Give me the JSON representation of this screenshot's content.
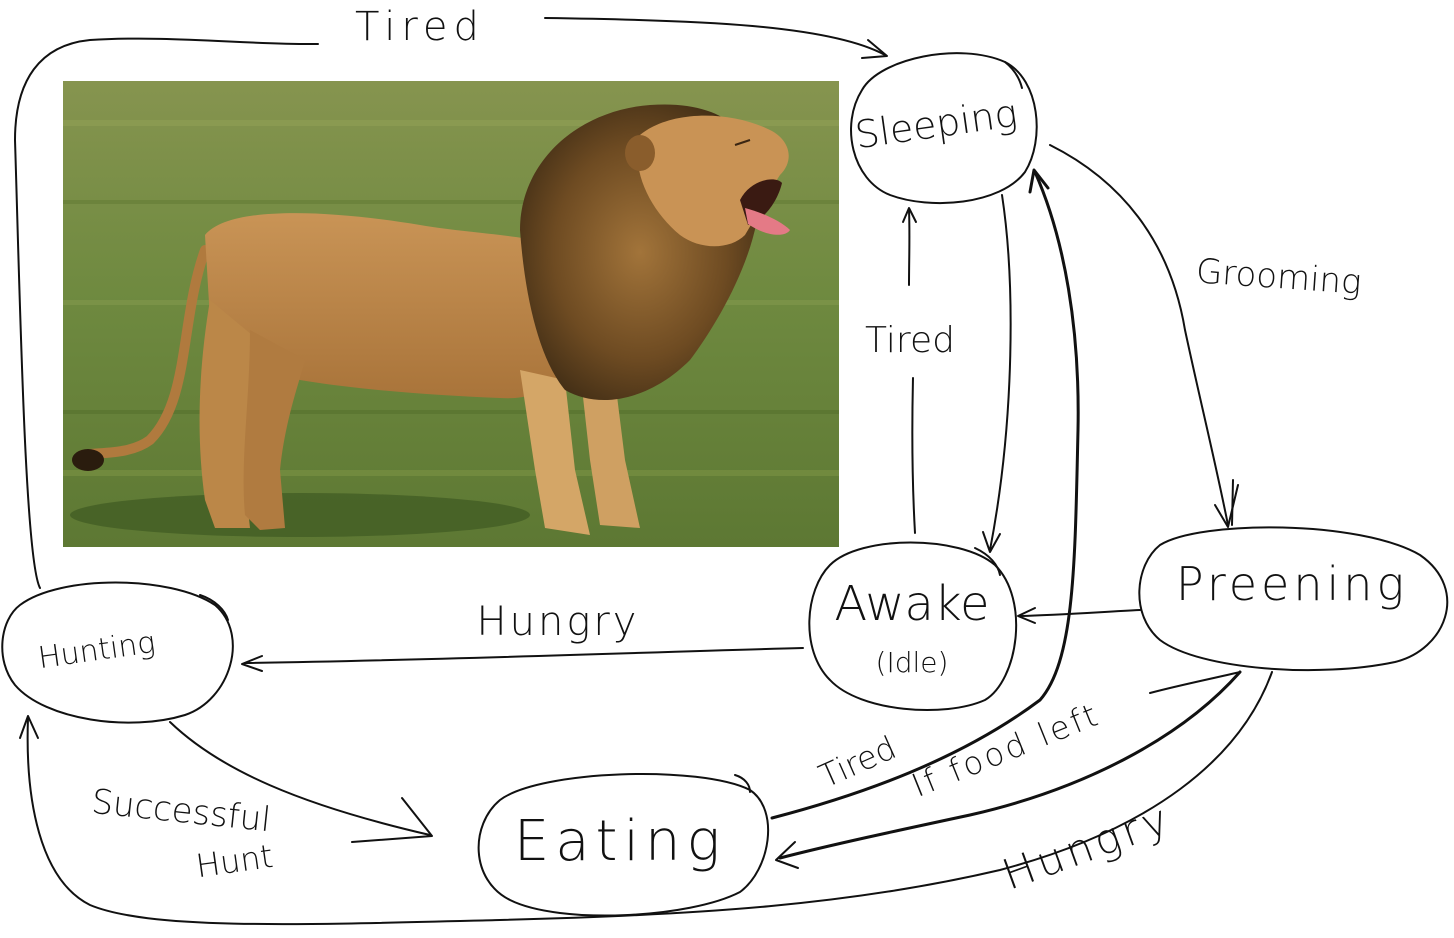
{
  "photo": {
    "subject": "lion-yawning-photo",
    "colors": {
      "grass_light": "#7d8f4a",
      "grass_dark": "#4f6a2e",
      "mane": "#6b4a22",
      "body": "#c08a4a",
      "tongue": "#e47a86"
    }
  },
  "states": {
    "sleeping": "Sleeping",
    "awake": "Awake",
    "awake_sub": "(Idle)",
    "preening": "Preening",
    "hunting": "Hunting",
    "eating": "Eating"
  },
  "transitions": {
    "tired_top": "Tired",
    "tired_awake_to_sleeping": "Tired",
    "grooming": "Grooming",
    "hungry_awake_to_hunting": "Hungry",
    "successful_hunt": "Successful",
    "successful_hunt_2": "Hunt",
    "tired_eating_to_sleeping": "Tired",
    "if_food_left": "If food left",
    "hungry_preening_to_hunting": "Hungry"
  }
}
